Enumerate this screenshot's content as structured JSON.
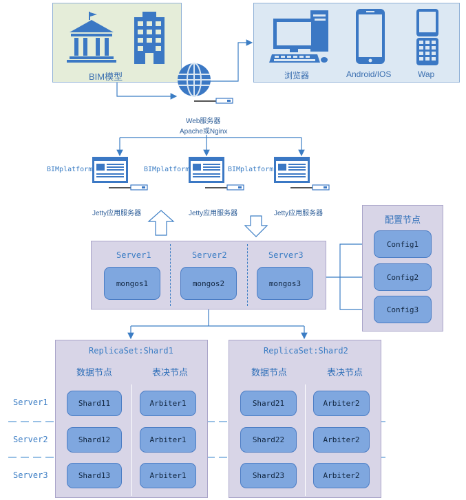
{
  "top": {
    "bim_label": "BIM模型",
    "clients": [
      "浏览器",
      "Android/IOS",
      "Wap"
    ],
    "web_server_line1": "Web服务器",
    "web_server_line2": "Apache或Nginx"
  },
  "apps": [
    {
      "platform": "BIMplatform",
      "server": "Jetty应用服务器"
    },
    {
      "platform": "BIMplatform",
      "server": "Jetty应用服务器"
    },
    {
      "platform": "BIMplatform",
      "server": "Jetty应用服务器"
    }
  ],
  "servers": [
    {
      "title": "Server1",
      "mongos": "mongos1"
    },
    {
      "title": "Server2",
      "mongos": "mongos2"
    },
    {
      "title": "Server3",
      "mongos": "mongos3"
    }
  ],
  "config": {
    "title": "配置节点",
    "nodes": [
      "Config1",
      "Config2",
      "Config3"
    ]
  },
  "shards": [
    {
      "title": "ReplicaSet:Shard1",
      "data_title": "数据节点",
      "arbiter_title": "表决节点",
      "data_nodes": [
        "Shard11",
        "Shard12",
        "Shard13"
      ],
      "arbiters": [
        "Arbiter1",
        "Arbiter1",
        "Arbiter1"
      ]
    },
    {
      "title": "ReplicaSet:Shard2",
      "data_title": "数据节点",
      "arbiter_title": "表决节点",
      "data_nodes": [
        "Shard21",
        "Shard22",
        "Shard23"
      ],
      "arbiters": [
        "Arbiter2",
        "Arbiter2",
        "Arbiter2"
      ]
    }
  ],
  "row_labels": [
    "Server1",
    "Server2",
    "Server3"
  ],
  "colors": {
    "node_fill": "#7fa7df",
    "panel_fill": "#d8d5e7",
    "arrow": "#3b7dc4"
  }
}
